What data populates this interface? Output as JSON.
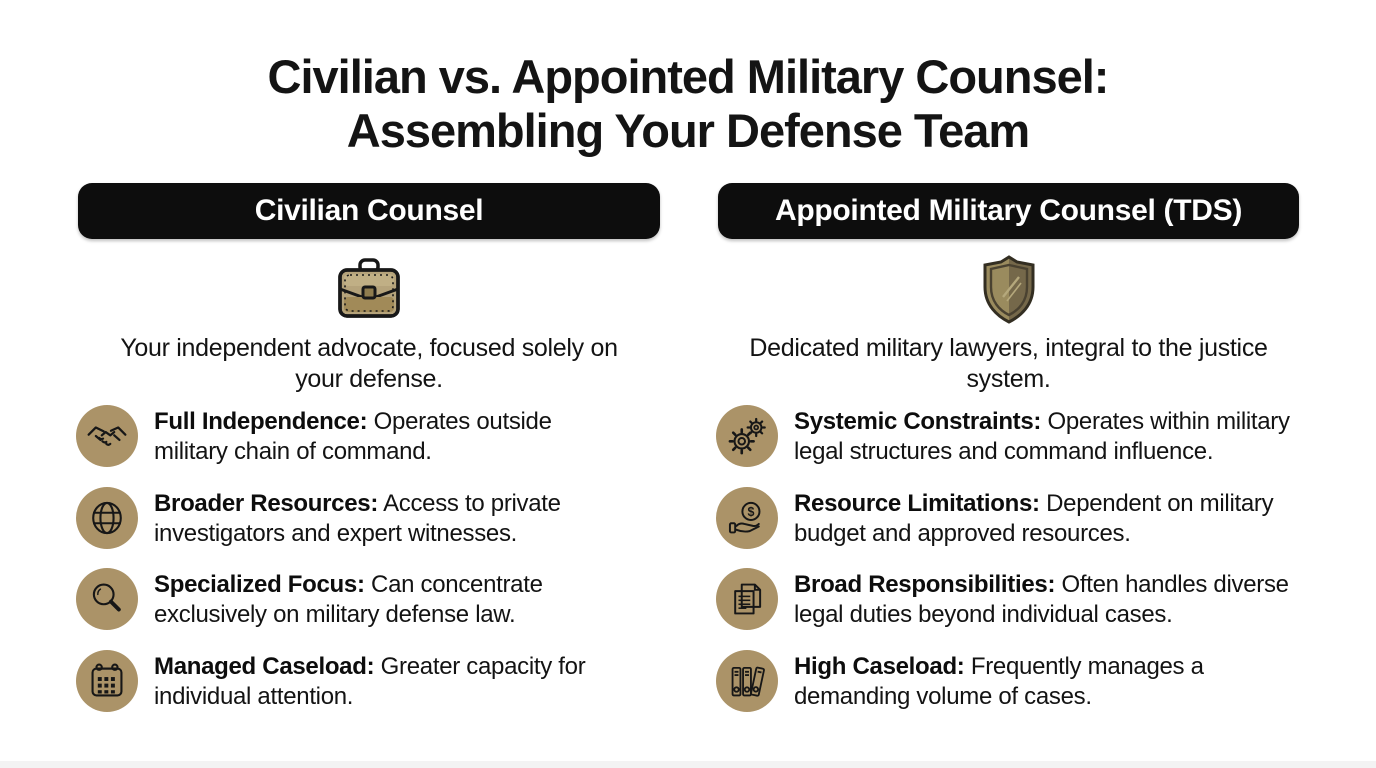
{
  "page": {
    "title_line1": "Civilian vs. Appointed Military Counsel:",
    "title_line2": "Assembling Your Defense Team"
  },
  "colors": {
    "accent_tan": "#ab9368",
    "header_bg": "#0d0d0d",
    "header_text": "#ffffff",
    "body_text": "#131313",
    "shield_light": "#9a8b5e",
    "shield_dark": "#75684a",
    "briefcase_body": "#b5a37b",
    "briefcase_panel": "#a18a58"
  },
  "columns": [
    {
      "header": "Civilian Counsel",
      "icon": "briefcase-icon",
      "subtitle": "Your independent advocate, focused solely on your defense.",
      "items": [
        {
          "icon": "handshake-icon",
          "label": "Full Independence:",
          "text": " Operates outside military chain of command."
        },
        {
          "icon": "globe-icon",
          "label": "Broader Resources:",
          "text": " Access to private investigators and expert witnesses."
        },
        {
          "icon": "magnifier-icon",
          "label": "Specialized Focus:",
          "text": " Can concentrate exclusively on military defense law."
        },
        {
          "icon": "calendar-icon",
          "label": "Managed Caseload:",
          "text": " Greater capacity for individual attention."
        }
      ]
    },
    {
      "header": "Appointed Military Counsel (TDS)",
      "icon": "shield-icon",
      "subtitle": "Dedicated military lawyers, integral to the justice system.",
      "items": [
        {
          "icon": "gears-icon",
          "label": "Systemic Constraints:",
          "text": " Operates within military legal structures and command influence."
        },
        {
          "icon": "money-hand-icon",
          "label": "Resource Limitations:",
          "text": " Dependent on military budget and approved resources."
        },
        {
          "icon": "documents-icon",
          "label": "Broad Responsibilities:",
          "text": " Often handles diverse legal duties beyond individual cases."
        },
        {
          "icon": "binders-icon",
          "label": "High Caseload:",
          "text": " Frequently manages a demanding volume of cases."
        }
      ]
    }
  ]
}
